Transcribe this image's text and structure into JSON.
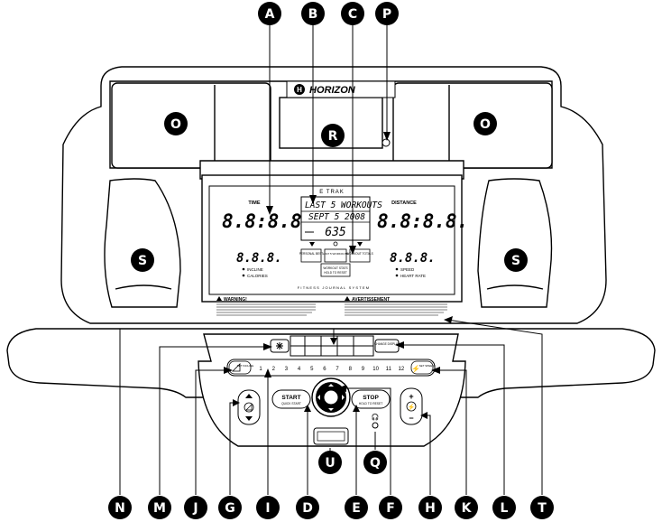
{
  "brand": "HORIZON",
  "brand_symbol": "H",
  "etrak": "E TRAK",
  "console": {
    "left": {
      "time_label": "TIME",
      "time_digits": "8.8:8.8.",
      "small_digits": "8.8.8.",
      "legend1": "INCLINE",
      "legend2": "CALORIES"
    },
    "right": {
      "distance_label": "DISTANCE",
      "distance_digits": "8.8:8.8.",
      "small_digits": "8.8.8.",
      "legend1": "SPEED",
      "legend2": "HEART RATE"
    },
    "center": {
      "line1": "LAST 5 WORKOUTS",
      "line2": "SEPT 5 2008",
      "value": "635",
      "btn_personal_best": "PERSONAL BEST",
      "btn_last5": "LAST 5 WORKOUTS",
      "btn_workout_totals": "WORKOUT TOTALS",
      "btn_workout_stats_1": "WORKOUT STATS",
      "btn_workout_stats_2": "HOLD TO RESET",
      "footer": "FITNESS JOURNAL SYSTEM"
    },
    "warning_left": "WARNING!",
    "warning_right": "AVERTISSEMENT"
  },
  "keypad": {
    "set_incline": "SET INCLINE",
    "set_speed": "SET SPEED",
    "change_display": "CHANGE DISPLAY",
    "numbers": [
      "1",
      "2",
      "3",
      "4",
      "5",
      "6",
      "7",
      "8",
      "9",
      "10",
      "11",
      "12"
    ],
    "start": "START",
    "start_sub": "QUICK START",
    "stop": "STOP",
    "stop_sub": "HOLD TO RESET"
  },
  "callouts": {
    "top": [
      "A",
      "B",
      "C",
      "P"
    ],
    "middle": [
      "O",
      "R",
      "O",
      "S",
      "S"
    ],
    "inner": [
      "U",
      "Q"
    ],
    "bottom": [
      "N",
      "M",
      "J",
      "G",
      "I",
      "D",
      "E",
      "F",
      "H",
      "K",
      "L",
      "T"
    ]
  }
}
